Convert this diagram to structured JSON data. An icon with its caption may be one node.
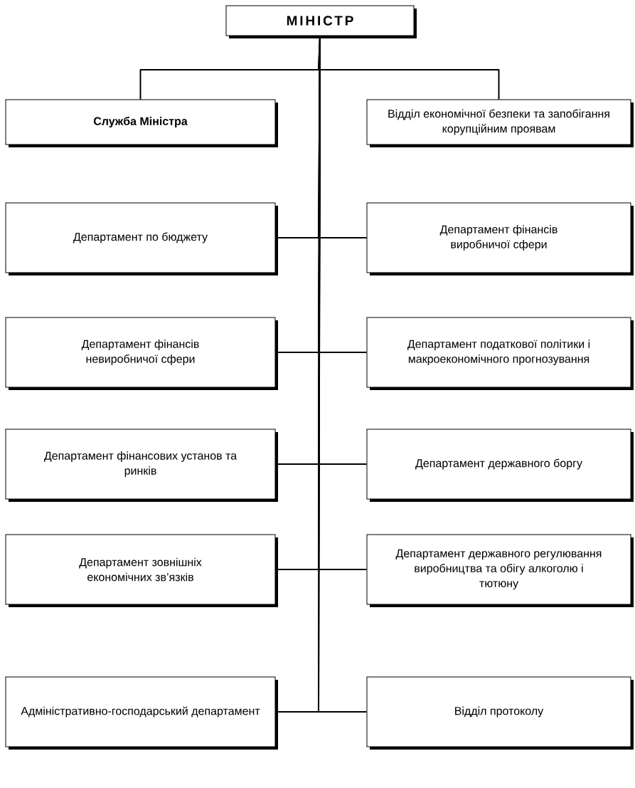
{
  "diagram": {
    "nodes": [
      {
        "text": [
          "МІНІСТР"
        ]
      },
      {
        "text": [
          "Служба Міністра"
        ]
      },
      {
        "text": [
          "Відділ економічної безпеки та запобігання корупційним проявам"
        ]
      },
      {
        "text": [
          "Департамент по бюджету"
        ]
      },
      {
        "text": [
          "Департамент фінансів виробничої сфери"
        ]
      },
      {
        "text": [
          "Департамент фінансів невиробничої сфери"
        ]
      },
      {
        "text": [
          "Департамент податкової політики і макроекономічного прогнозування"
        ]
      },
      {
        "text": [
          "Департамент фінансових установ та ринків"
        ]
      },
      {
        "text": [
          "Департамент державного боргу"
        ]
      },
      {
        "text": [
          "Департамент зовнішніх економічних зв’язків"
        ]
      },
      {
        "text": [
          "Департамент державного регулювання виробництва та обігу алкоголю і тютюну"
        ]
      },
      {
        "text": [
          "Адміністративно-господарський департамент"
        ]
      },
      {
        "text": [
          "Відділ протоколу"
        ]
      }
    ],
    "edges": [
      {
        "from": 0,
        "to": 1,
        "arrow": "none"
      },
      {
        "from": 0,
        "to": 2,
        "arrow": "none"
      },
      {
        "from": 0,
        "to": 3,
        "arrow": "none"
      },
      {
        "from": 0,
        "to": 4,
        "arrow": "none"
      },
      {
        "from": 0,
        "to": 5,
        "arrow": "none"
      },
      {
        "from": 0,
        "to": 6,
        "arrow": "none"
      },
      {
        "from": 0,
        "to": 7,
        "arrow": "none"
      },
      {
        "from": 0,
        "to": 8,
        "arrow": "none"
      },
      {
        "from": 0,
        "to": 9,
        "arrow": "none"
      },
      {
        "from": 0,
        "to": 10,
        "arrow": "none"
      },
      {
        "from": 0,
        "to": 11,
        "arrow": "none"
      },
      {
        "from": 0,
        "to": 12,
        "arrow": "none"
      }
    ]
  }
}
